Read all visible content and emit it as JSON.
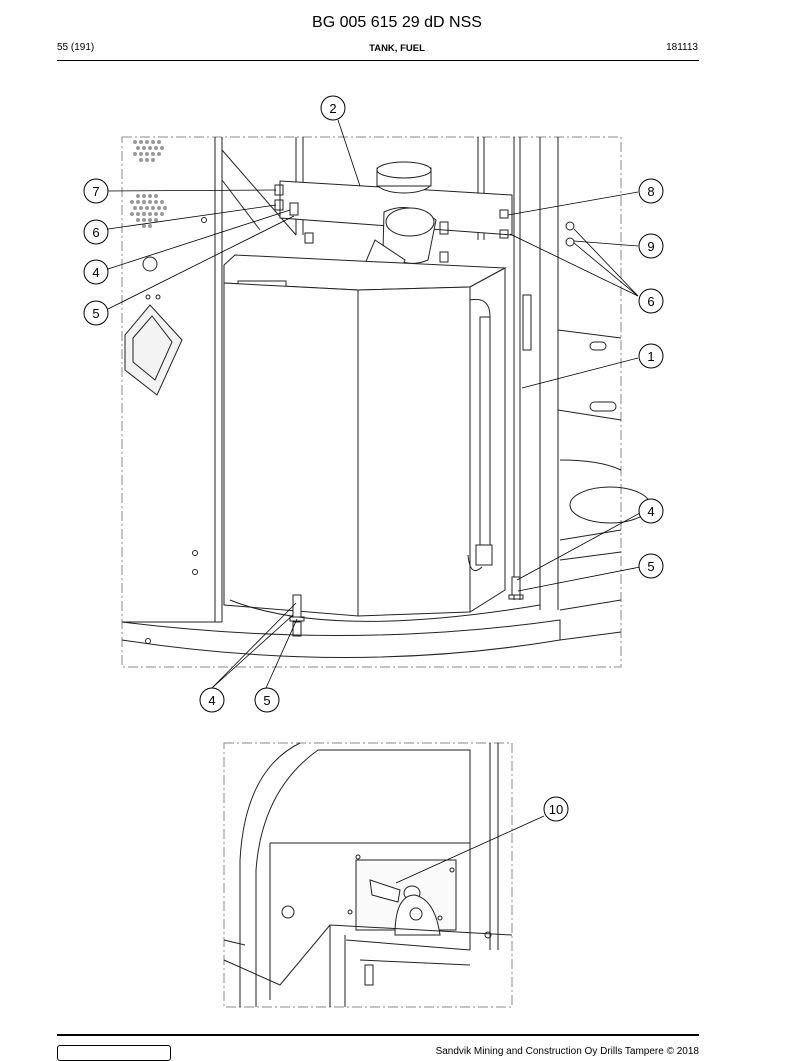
{
  "header": {
    "document_id": "BG 005 615 29 dD NSS",
    "page_number": "55 (191)",
    "section_title": "TANK, FUEL",
    "date_code": "181113"
  },
  "callouts": {
    "main": [
      "2",
      "7",
      "6",
      "4",
      "5",
      "8",
      "9",
      "6",
      "1",
      "4",
      "5",
      "4",
      "5"
    ],
    "detail": [
      "10"
    ]
  },
  "footer": {
    "copyright": "Sandvik Mining and Construction Oy Drills Tampere © 2018"
  }
}
